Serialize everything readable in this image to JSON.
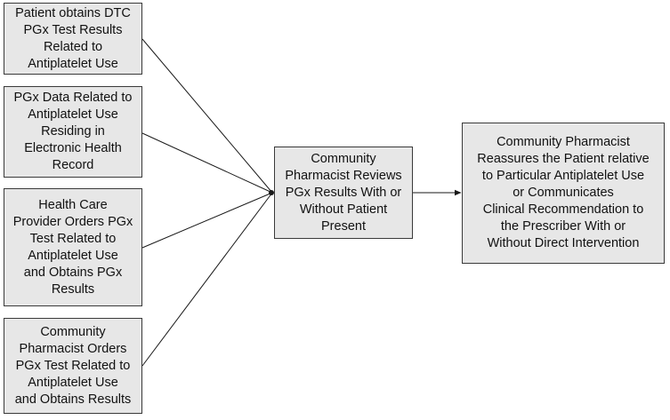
{
  "diagram": {
    "nodes": [
      {
        "id": "dtc",
        "label": "Patient obtains DTC\nPGx Test Results\nRelated to\nAntiplatelet Use"
      },
      {
        "id": "ehr",
        "label": "PGx Data Related to\nAntiplatelet Use\nResiding in\nElectronic Health\nRecord"
      },
      {
        "id": "provider",
        "label": "Health Care\nProvider Orders PGx\nTest Related to\nAntiplatelet Use\nand Obtains PGx\nResults"
      },
      {
        "id": "pharm_order",
        "label": "Community\nPharmacist Orders\nPGx Test Related to\nAntiplatelet Use\nand Obtains Results"
      },
      {
        "id": "review",
        "label": "Community\nPharmacist Reviews\nPGx Results With or\nWithout Patient\nPresent"
      },
      {
        "id": "outcome",
        "label": "Community Pharmacist\nReassures the Patient relative\nto Particular Antiplatelet Use\nor Communicates\nClinical Recommendation to\nthe Prescriber With or\nWithout Direct Intervention"
      }
    ],
    "edges": [
      {
        "from": "dtc",
        "to": "review"
      },
      {
        "from": "ehr",
        "to": "review"
      },
      {
        "from": "provider",
        "to": "review"
      },
      {
        "from": "pharm_order",
        "to": "review"
      },
      {
        "from": "review",
        "to": "outcome"
      }
    ],
    "colors": {
      "box_fill": "#e7e7e7",
      "box_border": "#3a3a3a",
      "line": "#1a1a1a",
      "text": "#111111"
    }
  }
}
